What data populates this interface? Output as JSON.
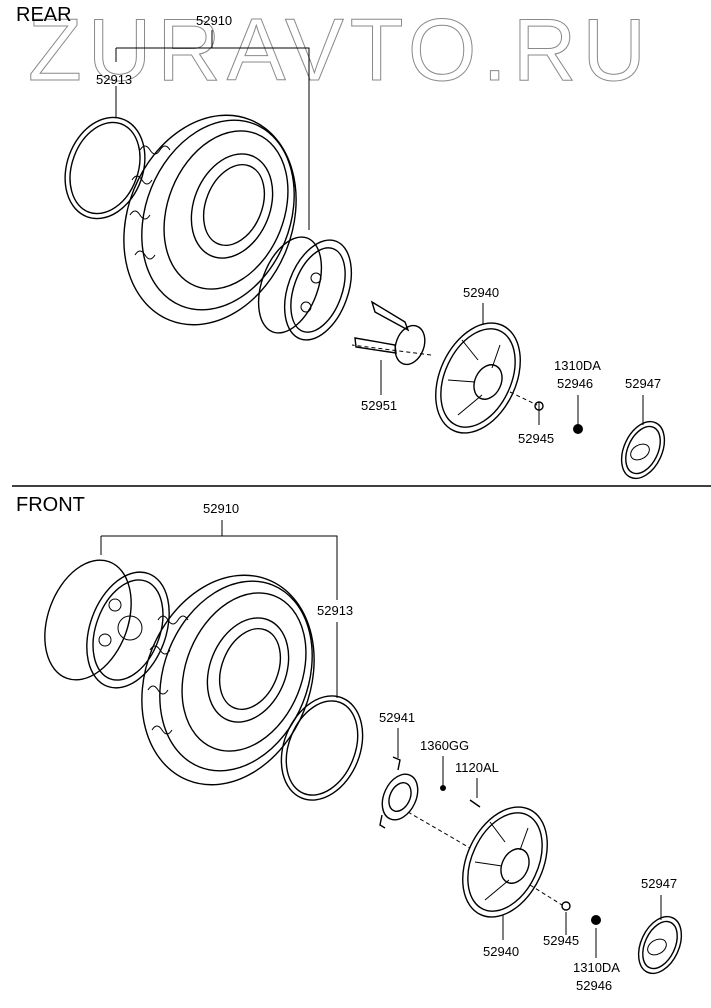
{
  "watermark": "ZURAVTO.RU",
  "sections": {
    "rear": {
      "title": "REAR",
      "labels": {
        "wheel_tire_assy": "52910",
        "flap": "52913",
        "wheel_cover": "52940",
        "bracket": "52951",
        "washer": "52945",
        "nut_code": "1310DA",
        "nut": "52946",
        "center_cap": "52947"
      }
    },
    "front": {
      "title": "FRONT",
      "labels": {
        "wheel_tire_assy": "52910",
        "flap": "52913",
        "bracket": "52941",
        "screw": "1360GG",
        "bolt": "1120AL",
        "wheel_cover": "52940",
        "washer": "52945",
        "nut_code": "1310DA",
        "nut": "52946",
        "center_cap": "52947"
      }
    }
  }
}
